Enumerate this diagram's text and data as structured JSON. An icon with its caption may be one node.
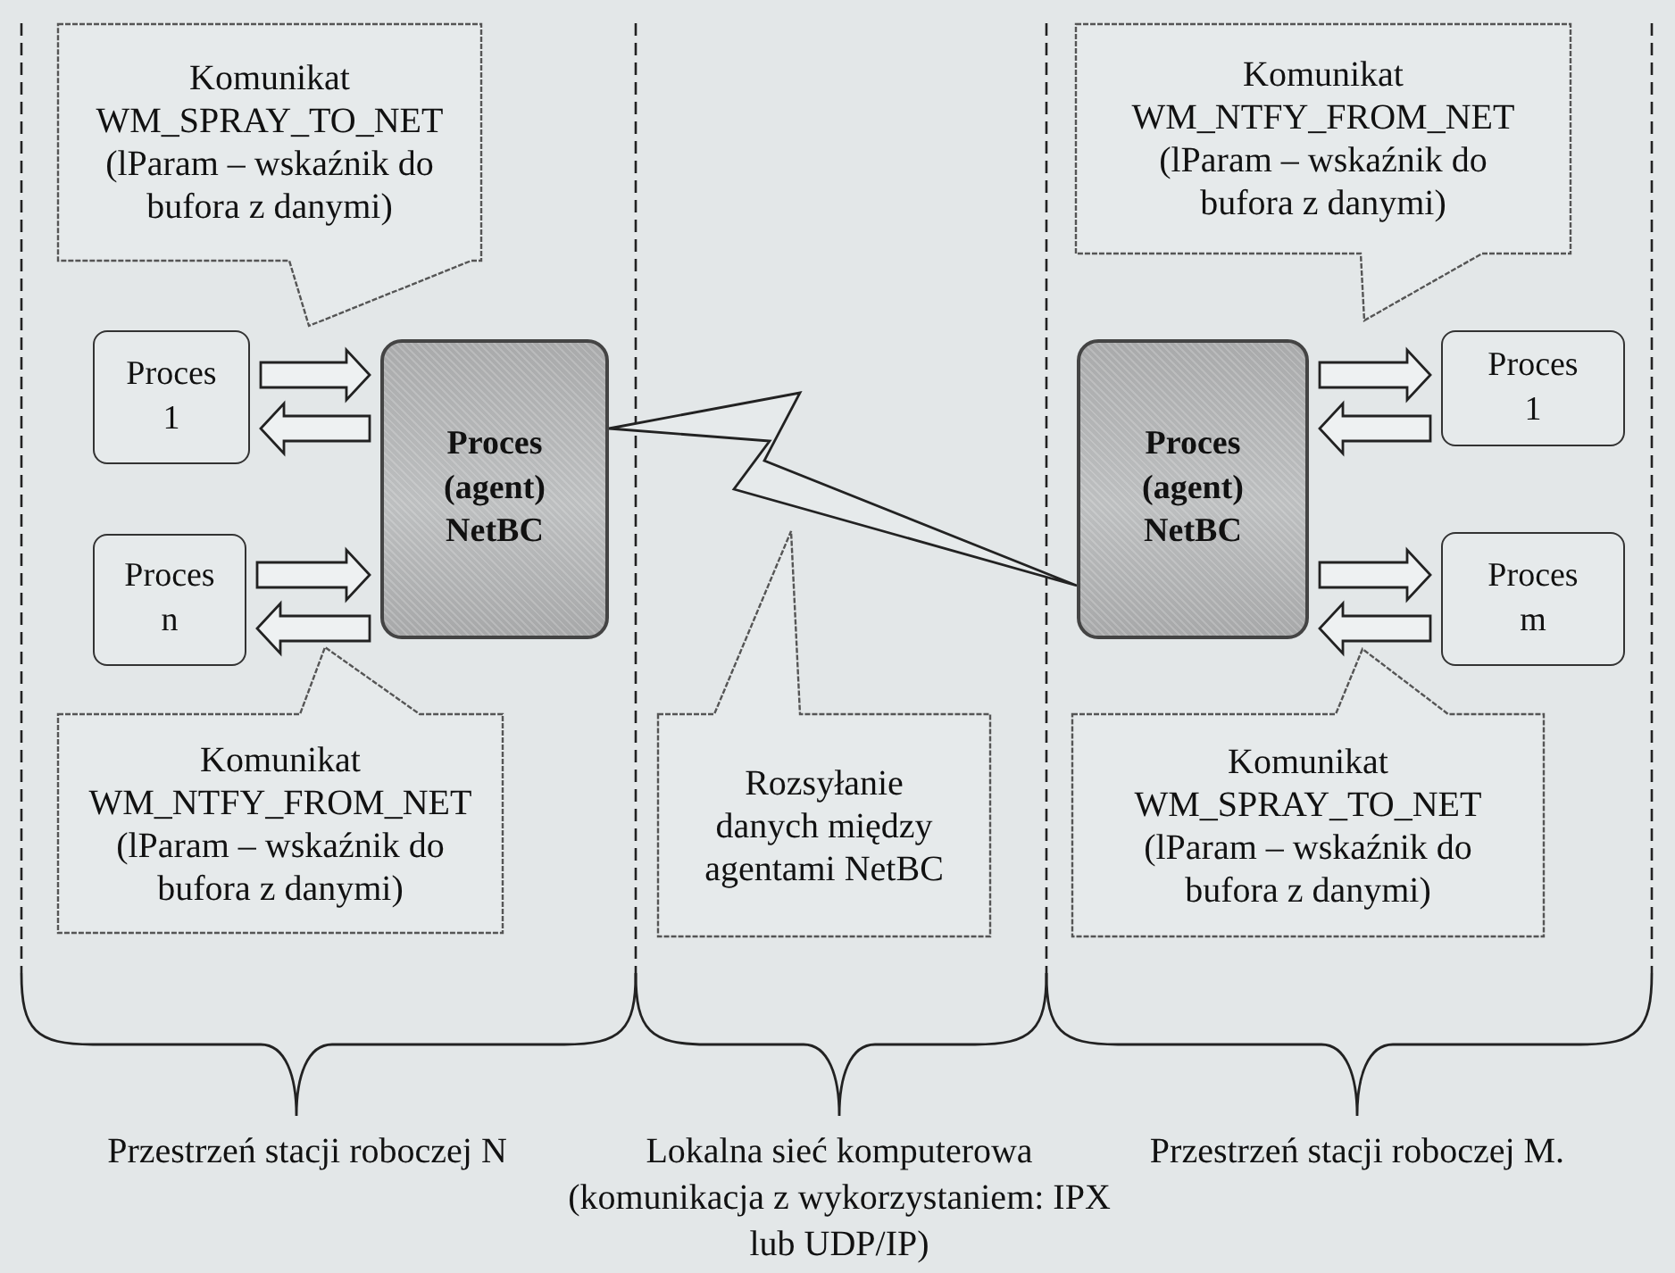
{
  "diagram": {
    "nodes": [
      {
        "text": [
          "Komunikat",
          "WM_SPRAY_TO_NET",
          "(lParam – wskaźnik do bufora z danymi)"
        ]
      },
      {
        "text": [
          "Proces 1"
        ]
      },
      {
        "text": [
          "Proces n"
        ]
      },
      {
        "text": [
          "Proces (agent) NetBC"
        ]
      },
      {
        "text": [
          "Komunikat",
          "WM_NTFY_FROM_NET",
          "(lParam – wskaźnik do bufora z danymi)"
        ]
      },
      {
        "text": [
          "Rozsyłanie danych między agentami NetBC"
        ]
      },
      {
        "text": [
          "Proces (agent) NetBC"
        ]
      },
      {
        "text": [
          "Proces 1"
        ]
      },
      {
        "text": [
          "Proces m"
        ]
      },
      {
        "text": [
          "Komunikat",
          "WM_NTFY_FROM_NET",
          "(lParam – wskaźnik do bufora z danymi)"
        ]
      },
      {
        "text": [
          "Komunikat",
          "WM_SPRAY_TO_NET",
          "(lParam – wskaźnik do bufora z danymi)"
        ]
      }
    ],
    "edges": [
      {
        "from": 1,
        "to": 3,
        "arrow": "to"
      },
      {
        "from": 3,
        "to": 1,
        "arrow": "to"
      },
      {
        "from": 2,
        "to": 3,
        "arrow": "to"
      },
      {
        "from": 3,
        "to": 2,
        "arrow": "to"
      },
      {
        "from": 3,
        "to": 6,
        "arrow": "none"
      },
      {
        "from": 6,
        "to": 7,
        "arrow": "to"
      },
      {
        "from": 7,
        "to": 6,
        "arrow": "to"
      },
      {
        "from": 6,
        "to": 8,
        "arrow": "to"
      },
      {
        "from": 8,
        "to": 6,
        "arrow": "to"
      }
    ],
    "labels": [
      "Przestrzeń stacji roboczej N",
      "Lokalna sieć komputerowa (komunikacja z wykorzystaniem: IPX lub UDP/IP)",
      "Przestrzeń stacji roboczej M."
    ]
  }
}
